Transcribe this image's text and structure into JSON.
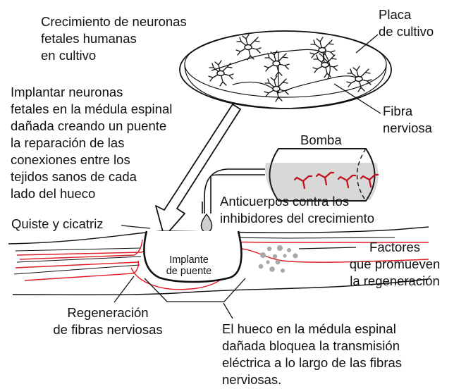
{
  "colors": {
    "nerve": "#e01b24",
    "ink": "#111111",
    "factor_dots": "#a8a8a8",
    "pump_fluid": "#d8d8d8"
  },
  "labels": {
    "crecimiento": "Crecimiento de neuronas\nfetales humanas\nen cultivo",
    "placa": "Placa\nde cultivo",
    "implantar": "Implantar neuronas\nfetales en la médula espinal\ndañada creando un puente\nla reparación de las\nconexiones entre los\ntejidos sanos de cada\nlado del hueco",
    "fibra": "Fibra\nnerviosa",
    "bomba": "Bomba",
    "anticuerpos": "Anticuerpos contra los\ninhibidores del crecimiento",
    "quiste": "Quiste y cicatriz",
    "implante": "Implante\nde puente",
    "factores": "Factores\nque promueven\nla regeneración",
    "regeneracion": "Regeneración\nde fibras nerviosas",
    "hueco": "El hueco en la médula espinal\ndañada bloquea la transmisión\neléctrica a lo largo de las fibras\nnerviosas."
  },
  "icons": [
    "petri-dish",
    "neuron-cell",
    "pump-syringe",
    "droplet",
    "spinal-cord",
    "arrow-down"
  ]
}
